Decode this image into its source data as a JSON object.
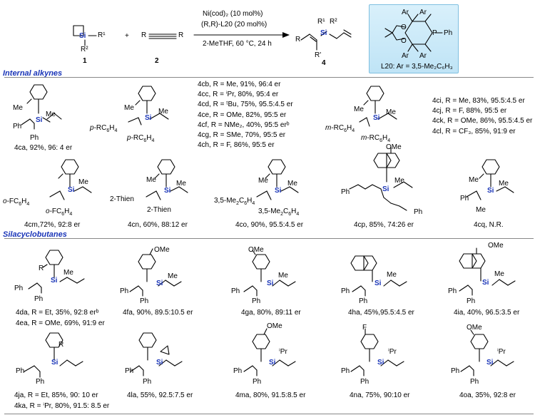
{
  "reaction": {
    "reagent1_num": "1",
    "reagent2_num": "2",
    "product_num": "4",
    "reagent2_label_r1": "R",
    "reagent2_label_r2": "R",
    "plus": "+",
    "cond_line1": "Ni(cod)₂ (10 mol%)",
    "cond_line2": "(R,R)-L20 (20 mol%)",
    "cond_line3": "2-MeTHF, 60 °C, 24 h",
    "product_r": "R",
    "product_r_prime": "R'",
    "si_label": "Si",
    "r1": "R¹",
    "r2": "R²",
    "ligand_caption": "L20: Ar = 3,5-Me₂C₆H₃",
    "ligand_ar": "Ar",
    "ligand_ph": "Ph",
    "ligand_o": "O",
    "ligand_p": "P"
  },
  "sections": {
    "internal": "Internal alkynes",
    "silacyclobutanes": "Silacyclobutanes"
  },
  "labels": {
    "me": "Me",
    "ph": "Ph",
    "si": "Si",
    "ome": "OMe",
    "r": "R",
    "ipr": "ⁱPr",
    "f": "F",
    "p_rc6h4": "p-RC₆H₄",
    "m_rc6h4": "m-RC₆H₄",
    "o_fc6h4": "o-FC₆H₄",
    "thien": "2-Thien",
    "xyl": "3,5-Me₂C₆H₄"
  },
  "captions": {
    "4ca": "4ca, 92%, 96: 4 er",
    "4cm": "4cm,72%, 92:8 er",
    "4cn": "4cn, 60%, 88:12 er",
    "4co": "4co, 90%, 95.5:4.5 er",
    "4cp": "4cp, 85%, 74:26 er",
    "4cq": "4cq, N.R.",
    "4da": "4da, R = Et, 35%, 92:8 erᵇ",
    "4ea": "4ea, R = OMe, 69%, 91:9 er",
    "4fa": "4fa, 90%, 89.5:10.5 er",
    "4ga": "4ga, 80%, 89:11 er",
    "4ha": "4ha, 45%,95.5:4.5 er",
    "4ia": "4ia, 40%, 96.5:3.5 er",
    "4ja": "4ja, R = Et, 85%, 90: 10 er",
    "4ka": "4ka, R = ⁱPr, 80%, 91.5: 8.5 er",
    "4la": "4la, 55%, 92.5:7.5 er",
    "4ma": "4ma, 80%, 91.5:8.5 er",
    "4na": "4na, 75%, 90:10 er",
    "4oa": "4oa, 35%, 92:8 er"
  },
  "list_cb": [
    "4cb, R = Me, 91%, 96:4 er",
    "4cc, R = ⁱPr, 80%, 95:4 er",
    "4cd, R = ᵗBu, 75%, 95.5:4.5 er",
    "4ce, R = OMe, 82%, 95:5 er",
    "4cf, R = NMe₂, 40%, 95:5 erᵇ",
    "4cg, R = SMe, 70%, 95:5 er",
    "4ch, R = F, 86%, 95:5 er"
  ],
  "list_ci": [
    "4ci, R = Me, 83%, 95.5:4.5 er",
    "4cj, R = F, 88%, 95:5 er",
    "4ck, R = OMe, 86%, 95.5:4.5 er",
    "4cl, R = CF₃, 85%, 91:9 er"
  ],
  "colors": {
    "si": "#1a35b8",
    "section": "#1a35b8",
    "ligand_box": "#c8e8f8"
  }
}
